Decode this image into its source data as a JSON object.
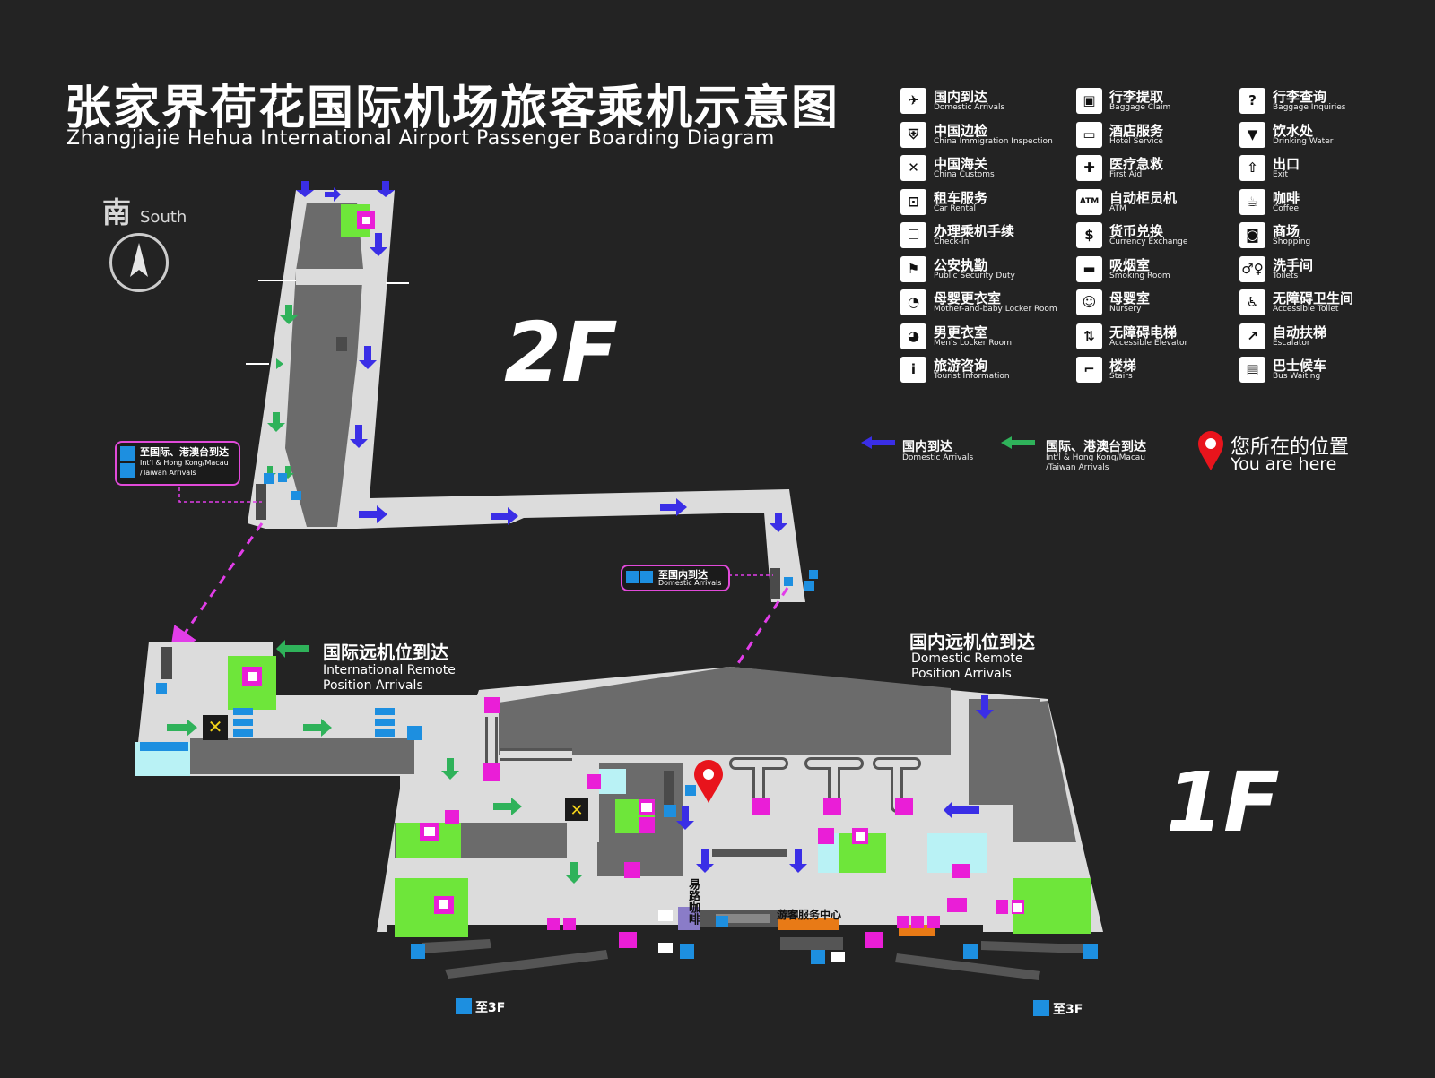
{
  "title": {
    "zh": "张家界荷花国际机场旅客乘机示意图",
    "en": "Zhangjiajie Hehua International Airport Passenger Boarding Diagram"
  },
  "compass": {
    "zh": "南",
    "en": "South"
  },
  "floors": {
    "upper": "2F",
    "lower": "1F"
  },
  "legend": [
    {
      "zh": "国内到达",
      "en": "Domestic Arrivals",
      "icon": "plane-landing-icon",
      "glyph": "✈"
    },
    {
      "zh": "中国边检",
      "en": "China Immigration Inspection",
      "icon": "border-badge-icon",
      "glyph": "⛨"
    },
    {
      "zh": "中国海关",
      "en": "China Customs",
      "icon": "customs-icon",
      "glyph": "✕"
    },
    {
      "zh": "租车服务",
      "en": "Car Rental",
      "icon": "car-rental-icon",
      "glyph": "⊡"
    },
    {
      "zh": "办理乘机手续",
      "en": "Check-In",
      "icon": "check-in-icon",
      "glyph": "☐"
    },
    {
      "zh": "公安执勤",
      "en": "Public Security Duty",
      "icon": "police-icon",
      "glyph": "⚑"
    },
    {
      "zh": "母婴更衣室",
      "en": "Mother-and-baby Locker Room",
      "icon": "mother-baby-locker-icon",
      "glyph": "◔"
    },
    {
      "zh": "男更衣室",
      "en": "Men's Locker Room",
      "icon": "mens-locker-icon",
      "glyph": "◕"
    },
    {
      "zh": "旅游咨询",
      "en": "Tourist Information",
      "icon": "tourist-info-icon",
      "glyph": "i"
    },
    {
      "zh": "行李提取",
      "en": "Baggage Claim",
      "icon": "baggage-claim-icon",
      "glyph": "▣"
    },
    {
      "zh": "酒店服务",
      "en": "Hotel Service",
      "icon": "hotel-icon",
      "glyph": "▭"
    },
    {
      "zh": "医疗急救",
      "en": "First Aid",
      "icon": "first-aid-icon",
      "glyph": "✚"
    },
    {
      "zh": "自动柜员机",
      "en": "ATM",
      "icon": "atm-icon",
      "glyph": "ATM"
    },
    {
      "zh": "货币兑换",
      "en": "Currency Exchange",
      "icon": "currency-exchange-icon",
      "glyph": "$"
    },
    {
      "zh": "吸烟室",
      "en": "Smoking Room",
      "icon": "smoking-icon",
      "glyph": "▬"
    },
    {
      "zh": "母婴室",
      "en": "Nursery",
      "icon": "nursery-icon",
      "glyph": "☺"
    },
    {
      "zh": "无障碍电梯",
      "en": "Accessible Elevator",
      "icon": "accessible-elevator-icon",
      "glyph": "⇅"
    },
    {
      "zh": "楼梯",
      "en": "Stairs",
      "icon": "stairs-icon",
      "glyph": "⌐"
    },
    {
      "zh": "行李查询",
      "en": "Baggage Inquiries",
      "icon": "baggage-inquiry-icon",
      "glyph": "?"
    },
    {
      "zh": "饮水处",
      "en": "Drinking Water",
      "icon": "drinking-water-icon",
      "glyph": "▼"
    },
    {
      "zh": "出口",
      "en": "Exit",
      "icon": "exit-icon",
      "glyph": "⇧"
    },
    {
      "zh": "咖啡",
      "en": "Coffee",
      "icon": "coffee-icon",
      "glyph": "☕"
    },
    {
      "zh": "商场",
      "en": "Shopping",
      "icon": "shopping-icon",
      "glyph": "◙"
    },
    {
      "zh": "洗手间",
      "en": "Toilets",
      "icon": "toilets-icon",
      "glyph": "♂♀"
    },
    {
      "zh": "无障碍卫生间",
      "en": "Accessible Toilet",
      "icon": "accessible-toilet-icon",
      "glyph": "♿"
    },
    {
      "zh": "自动扶梯",
      "en": "Escalator",
      "icon": "escalator-icon",
      "glyph": "↗"
    },
    {
      "zh": "巴士候车",
      "en": "Bus Waiting",
      "icon": "bus-icon",
      "glyph": "▤"
    }
  ],
  "arrow_legend": {
    "domestic": {
      "zh": "国内到达",
      "en": "Domestic Arrivals",
      "color": "#3a2ee6"
    },
    "intl": {
      "zh": "国际、港澳台到达",
      "en_line1": "Int'l & Hong Kong/Macau",
      "en_line2": "/Taiwan Arrivals",
      "color": "#2fb25a"
    },
    "here": {
      "zh": "您所在的位置",
      "en": "You are here",
      "color": "#e8141c"
    }
  },
  "tags": {
    "intl": {
      "zh": "至国际、港澳台到达",
      "en1": "Int'l & Hong Kong/Macau",
      "en2": "/Taiwan Arrivals"
    },
    "domestic": {
      "zh": "至国内到达",
      "en": "Domestic Arrivals"
    }
  },
  "regions": {
    "intl_remote": {
      "zh": "国际远机位到达",
      "en1": "International Remote",
      "en2": "Position Arrivals"
    },
    "domestic_remote": {
      "zh": "国内远机位到达",
      "en1": "Domestic Remote",
      "en2": "Position Arrivals"
    }
  },
  "labels": {
    "coffee": "易路咖啡",
    "visitor_center": "游客服务中心",
    "to3f_left": "至3F",
    "to3f_right": "至3F"
  },
  "colors": {
    "floor": "#dcdcdc",
    "dark_block": "#6b6b6b",
    "green": "#6ee63a",
    "cyan": "#b9f2f5",
    "magenta": "#ea1ed7",
    "blue_icon": "#1d8fe0",
    "dashed": "#e23de9"
  }
}
